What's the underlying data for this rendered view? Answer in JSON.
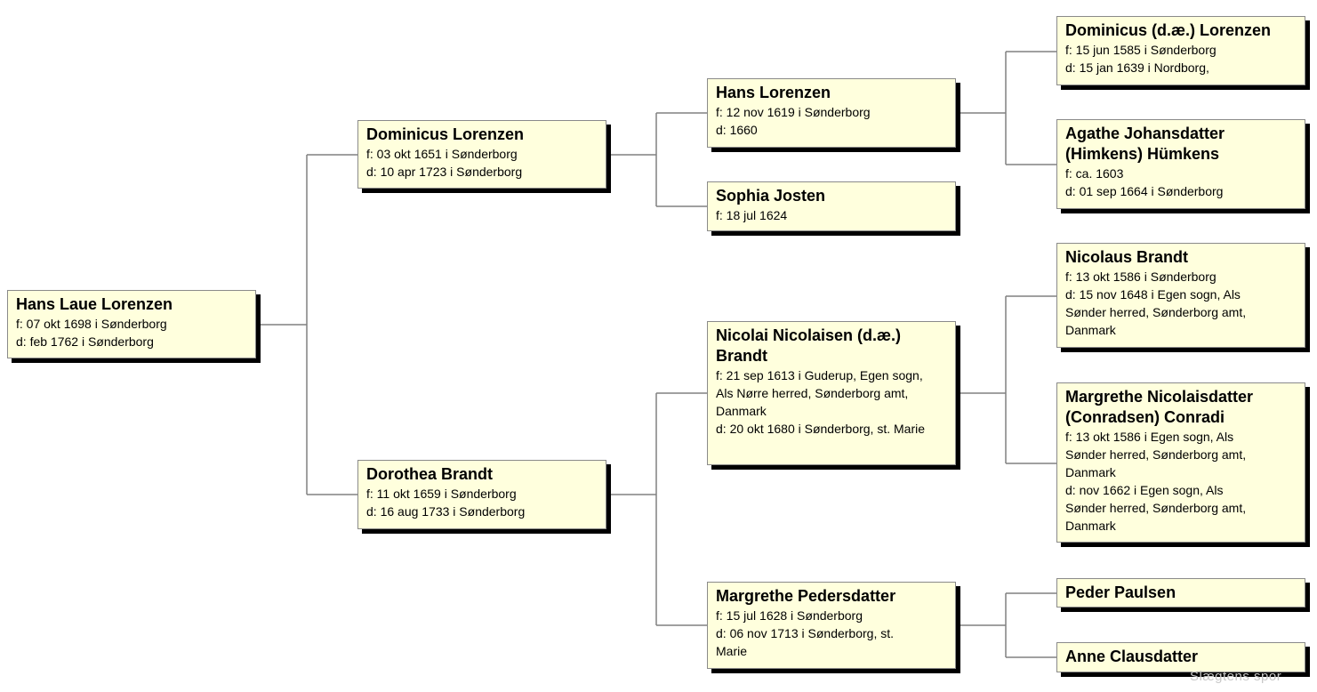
{
  "persons": {
    "p0": {
      "name": "Hans Laue Lorenzen",
      "born": "f: 07 okt 1698 i Sønderborg",
      "died": "d: feb 1762 i Sønderborg"
    },
    "p1": {
      "name": "Dominicus Lorenzen",
      "born": "f: 03 okt 1651 i Sønderborg",
      "died": "d: 10 apr 1723 i Sønderborg"
    },
    "p2": {
      "name": "Dorothea Brandt",
      "born": "f: 11 okt 1659 i Sønderborg",
      "died": "d: 16 aug 1733 i Sønderborg"
    },
    "p3": {
      "name": "Hans Lorenzen",
      "born": "f: 12 nov 1619 i Sønderborg",
      "died": "d: 1660"
    },
    "p4": {
      "name": "Sophia Josten",
      "born": "f: 18 jul 1624"
    },
    "p5": {
      "name": "Nicolai Nicolaisen (d.æ.) Brandt",
      "born": "f: 21 sep 1613 i Guderup, Egen sogn, Als Nørre herred, Sønderborg amt, Danmark",
      "died": "d: 20 okt 1680 i Sønderborg, st. Marie"
    },
    "p6": {
      "name": "Margrethe Pedersdatter",
      "born": "f: 15 jul 1628 i Sønderborg",
      "died": "d: 06 nov 1713 i Sønderborg, st. Marie"
    },
    "p7": {
      "name": "Dominicus (d.æ.) Lorenzen",
      "born": "f: 15 jun 1585 i Sønderborg",
      "died": "d: 15 jan 1639 i Nordborg,"
    },
    "p8": {
      "name": "Agathe Johansdatter (Himkens) Hümkens",
      "born": "f: ca. 1603",
      "died": "d: 01 sep 1664 i Sønderborg"
    },
    "p9": {
      "name": "Nicolaus Brandt",
      "born": "f: 13 okt 1586 i Sønderborg",
      "died": "d: 15 nov 1648 i Egen sogn, Als Sønder herred, Sønderborg amt, Danmark"
    },
    "p10": {
      "name": "Margrethe Nicolaisdatter (Conradsen) Conradi",
      "born": "f: 13 okt 1586 i Egen sogn, Als Sønder herred, Sønderborg amt, Danmark",
      "died": "d: nov 1662 i Egen sogn, Als Sønder herred, Sønderborg amt, Danmark"
    },
    "p11": {
      "name": "Peder Paulsen"
    },
    "p12": {
      "name": "Anne Clausdatter"
    }
  },
  "watermark": "Slægtens spor",
  "colors": {
    "box_fill": "#ffffdd",
    "box_border": "#8a8a8a",
    "shadow": "#000000",
    "line": "#808080"
  }
}
